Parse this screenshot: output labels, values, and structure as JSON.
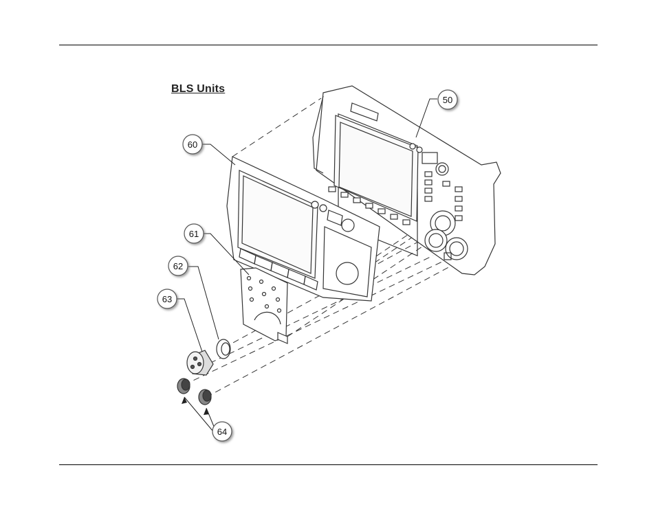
{
  "title": "BLS Units",
  "callouts": {
    "c50": "50",
    "c60": "60",
    "c61": "61",
    "c62": "62",
    "c63": "63",
    "c64": "64"
  }
}
